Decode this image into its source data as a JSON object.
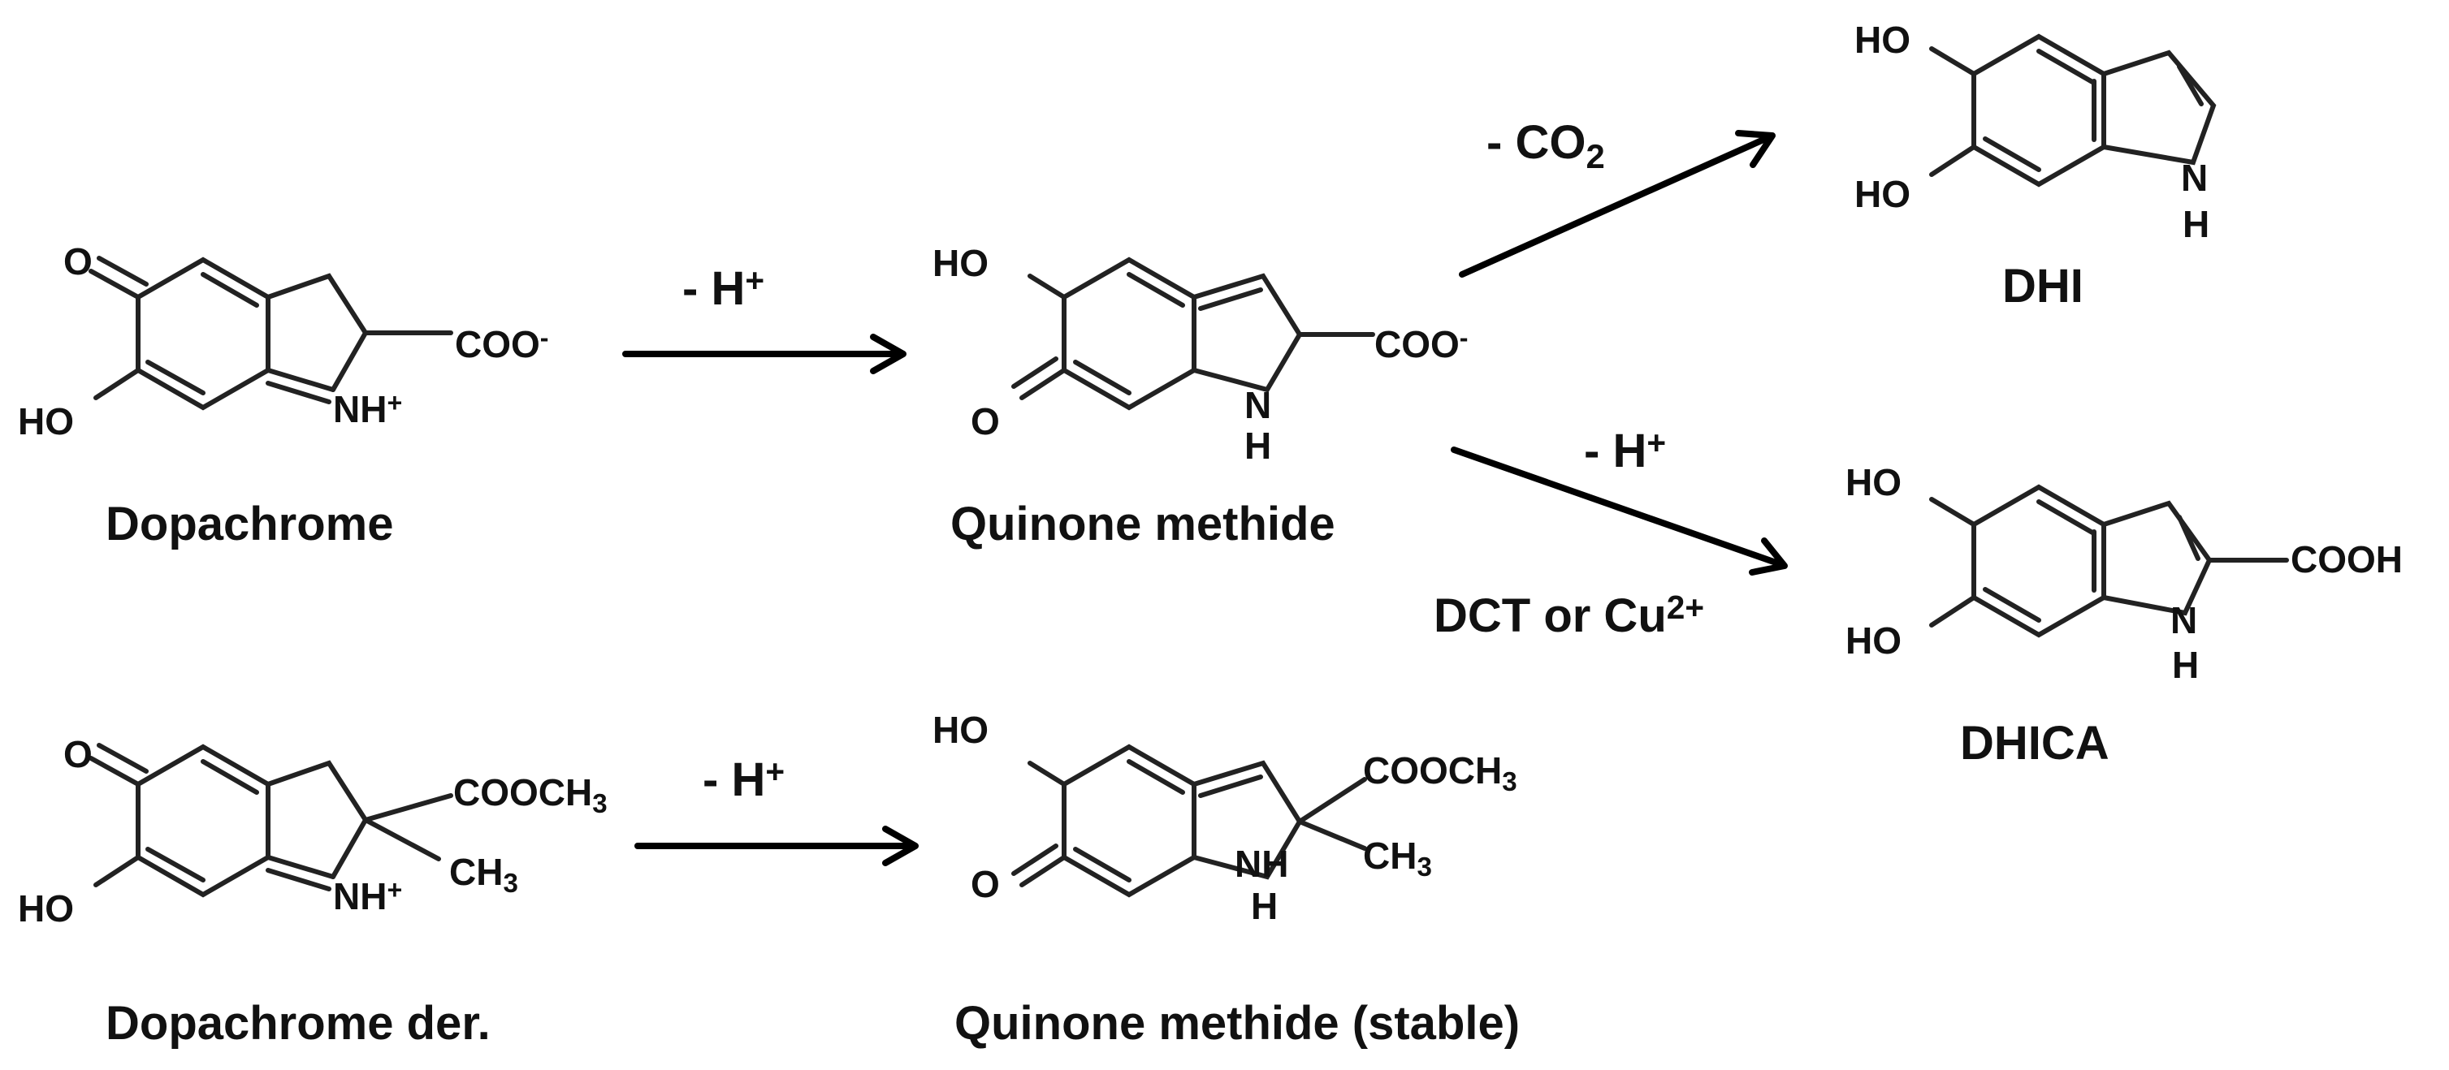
{
  "names": {
    "dopachrome": "Dopachrome",
    "quinone_methide": "Quinone methide",
    "dhi": "DHI",
    "dhica": "DHICA",
    "dopachrome_der": "Dopachrome der.",
    "quinone_methide_stable": "Quinone methide (stable)"
  },
  "conditions": {
    "minus_h_plus": "- H+",
    "minus_co2": "- CO2",
    "dct_or_cu": "DCT or Cu2+"
  },
  "atoms": {
    "o": "O",
    "ho": "HO",
    "nh_plus": "NH+",
    "nh": "NH",
    "n": "N",
    "h": "H",
    "coo_minus": "COO-",
    "cooh": "COOH",
    "cooch3": "COOCH3",
    "ch3": "CH3"
  }
}
